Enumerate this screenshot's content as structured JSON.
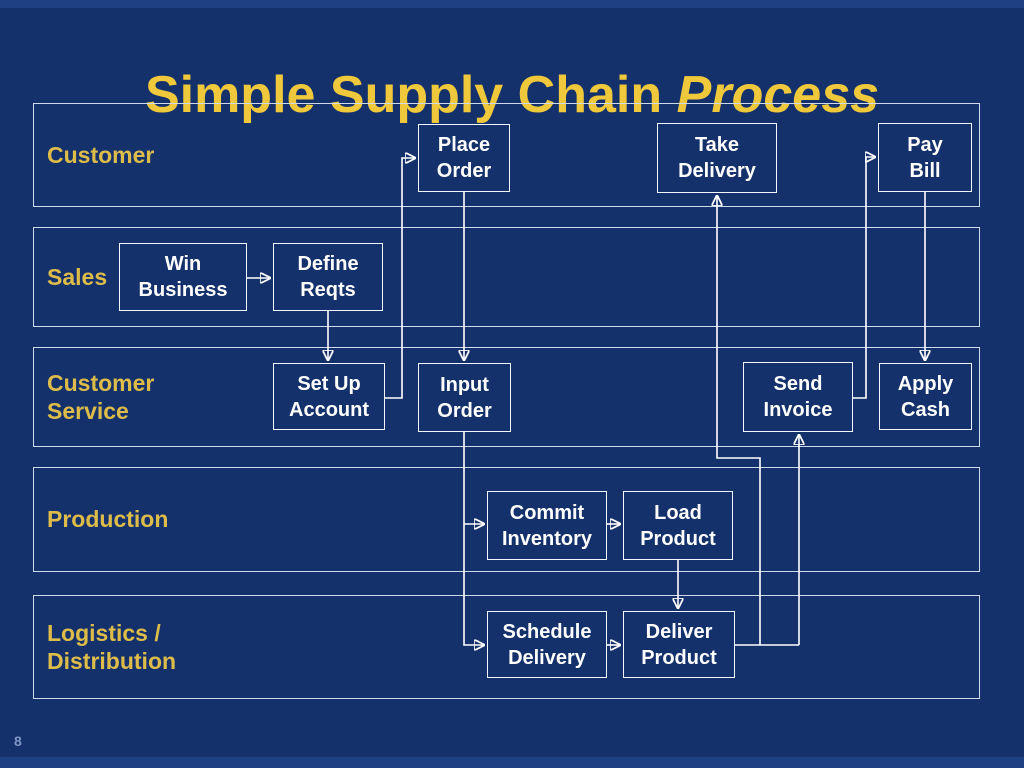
{
  "title": {
    "main": "Simple Supply Chain",
    "emphasis": "Process"
  },
  "page_number": "8",
  "colors": {
    "background": "#14316B",
    "title_gold": "#EFC83C",
    "lane_label_gold": "#DDBC4A",
    "box_border": "#F2F6FD",
    "lane_border": "#CFDAEC",
    "box_text": "#FFFFFF",
    "connector": "#FFFFFF",
    "page_number": "#7E94C4"
  },
  "lanes": [
    {
      "id": "customer",
      "label": "Customer"
    },
    {
      "id": "sales",
      "label": "Sales"
    },
    {
      "id": "customer_service",
      "label": "Customer\nService"
    },
    {
      "id": "production",
      "label": "Production"
    },
    {
      "id": "logistics",
      "label": "Logistics /\nDistribution"
    }
  ],
  "boxes": {
    "place_order": "Place\nOrder",
    "take_delivery": "Take\nDelivery",
    "pay_bill": "Pay\nBill",
    "win_business": "Win\nBusiness",
    "define_reqts": "Define\nReqts",
    "set_up_account": "Set Up\nAccount",
    "input_order": "Input\nOrder",
    "send_invoice": "Send\nInvoice",
    "apply_cash": "Apply\nCash",
    "commit_inventory": "Commit\nInventory",
    "load_product": "Load\nProduct",
    "schedule_delivery": "Schedule\nDelivery",
    "deliver_product": "Deliver\nProduct"
  },
  "edges": [
    {
      "from": "win_business",
      "to": "define_reqts"
    },
    {
      "from": "define_reqts",
      "to": "set_up_account"
    },
    {
      "from": "set_up_account",
      "to": "place_order"
    },
    {
      "from": "place_order",
      "to": "input_order"
    },
    {
      "from": "input_order",
      "to": "commit_inventory"
    },
    {
      "from": "input_order",
      "to": "schedule_delivery"
    },
    {
      "from": "commit_inventory",
      "to": "load_product"
    },
    {
      "from": "load_product",
      "to": "deliver_product"
    },
    {
      "from": "schedule_delivery",
      "to": "deliver_product"
    },
    {
      "from": "deliver_product",
      "to": "take_delivery"
    },
    {
      "from": "deliver_product",
      "to": "send_invoice"
    },
    {
      "from": "send_invoice",
      "to": "pay_bill"
    },
    {
      "from": "pay_bill",
      "to": "apply_cash"
    }
  ]
}
